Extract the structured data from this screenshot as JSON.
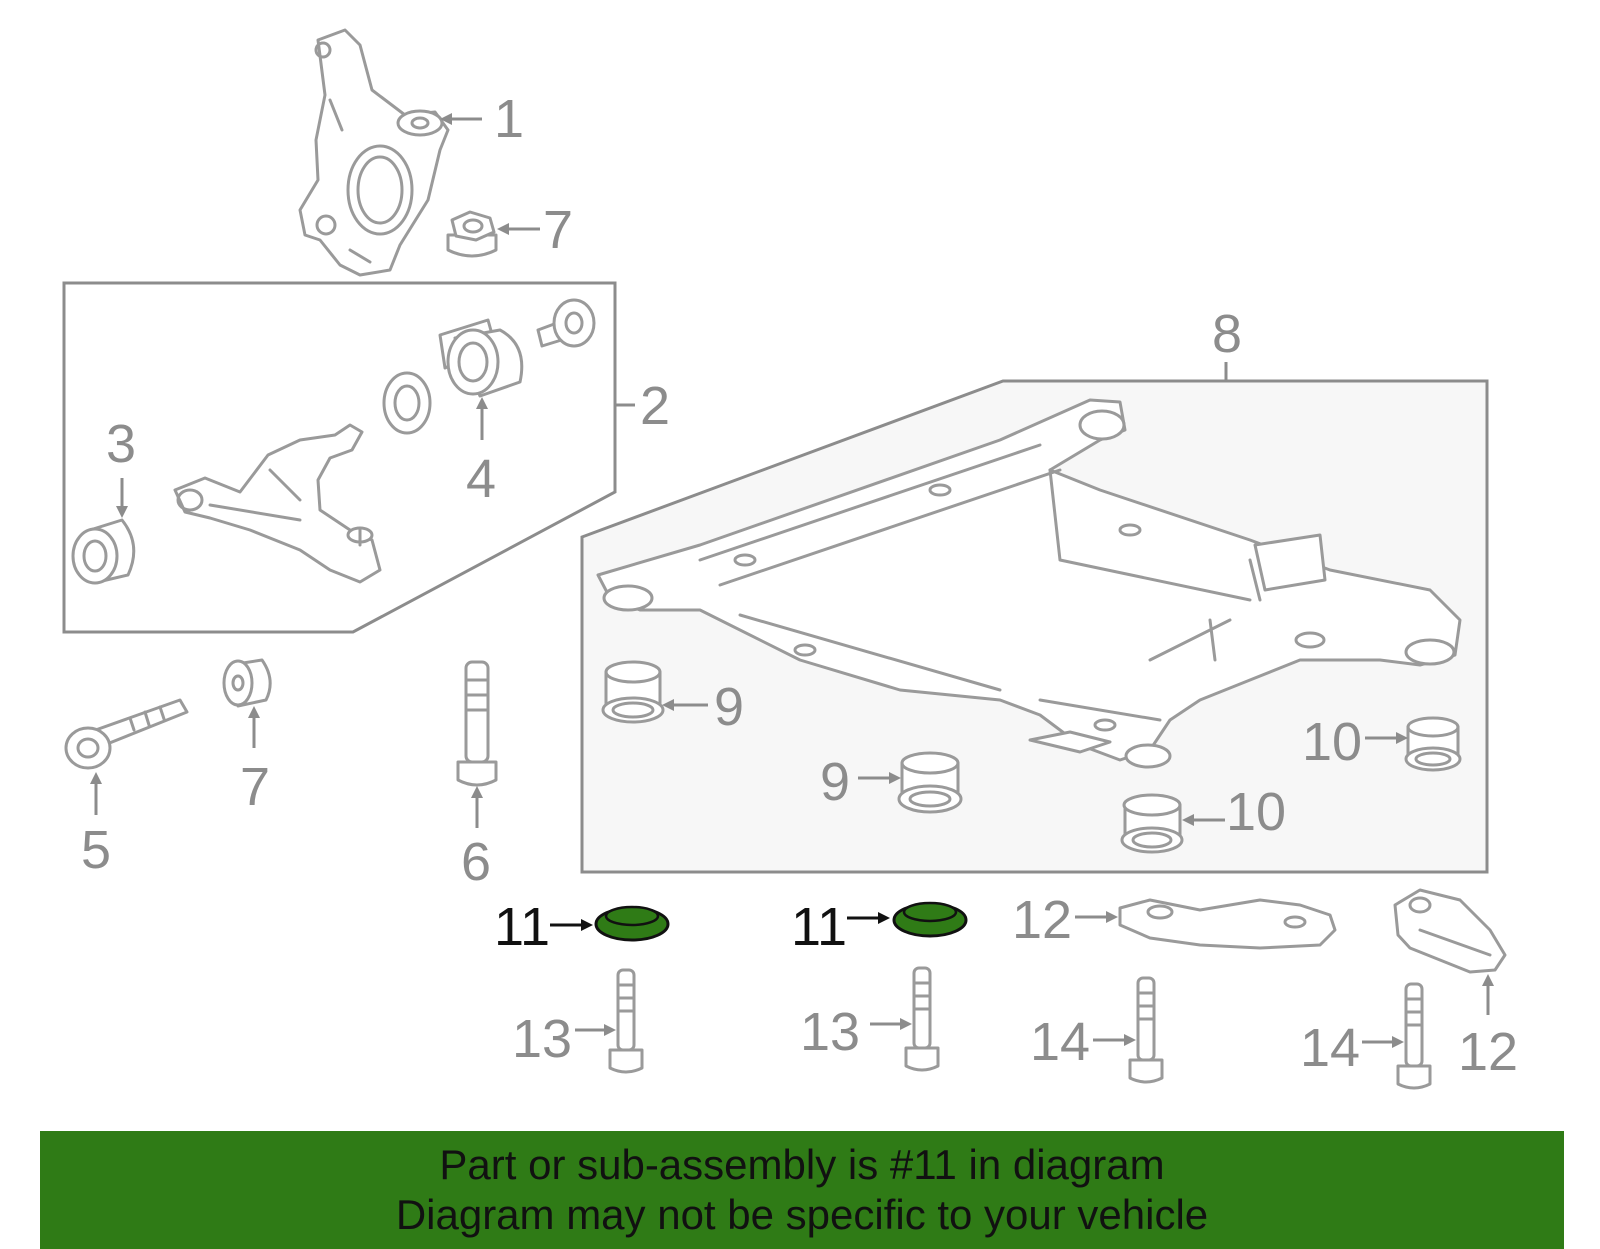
{
  "diagram": {
    "callouts": {
      "c1": "1",
      "c2": "2",
      "c3": "3",
      "c4": "4",
      "c5": "5",
      "c6": "6",
      "c7a": "7",
      "c7b": "7",
      "c8": "8",
      "c9a": "9",
      "c9b": "9",
      "c10a": "10",
      "c10b": "10",
      "c11a": "11",
      "c11b": "11",
      "c12a": "12",
      "c12b": "12",
      "c13a": "13",
      "c13b": "13",
      "c14a": "14",
      "c14b": "14"
    },
    "highlight_color": "#2f7b16"
  },
  "banner": {
    "line1": "Part or sub-assembly is #11 in diagram",
    "line2": "Diagram may not be specific to your vehicle",
    "color": "#2f7b16"
  }
}
